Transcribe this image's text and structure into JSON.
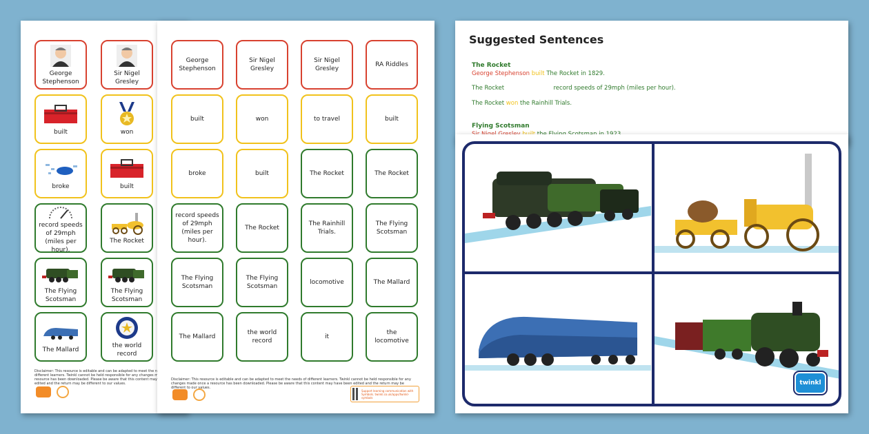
{
  "colors": {
    "background": "#7fb2cf",
    "red": "#d8412f",
    "yellow": "#f1c21b",
    "green": "#2f7a2c",
    "navy": "#1d2a6b"
  },
  "picture_cards": [
    {
      "label": "George Stephenson",
      "color": "red",
      "icon": "portrait-icon"
    },
    {
      "label": "Sir Nigel Gresley",
      "color": "red",
      "icon": "portrait-icon"
    },
    {
      "label": "built",
      "color": "yellow",
      "icon": "toolbox-icon"
    },
    {
      "label": "won",
      "color": "yellow",
      "icon": "medal-icon"
    },
    {
      "label": "broke",
      "color": "yellow",
      "icon": "broken-pieces-icon"
    },
    {
      "label": "built",
      "color": "yellow",
      "icon": "toolbox-icon"
    },
    {
      "label": "record speeds of 29mph (miles per hour).",
      "color": "green",
      "icon": "speedometer-icon"
    },
    {
      "label": "The Rocket",
      "color": "green",
      "icon": "rocket-locomotive-icon"
    },
    {
      "label": "The Flying Scotsman",
      "color": "green",
      "icon": "steam-train-icon"
    },
    {
      "label": "The Flying Scotsman",
      "color": "green",
      "icon": "steam-train-icon"
    },
    {
      "label": "The Mallard",
      "color": "green",
      "icon": "blue-train-icon"
    },
    {
      "label": "the world record",
      "color": "green",
      "icon": "record-badge-icon"
    }
  ],
  "word_cards": [
    {
      "label": "George Stephenson",
      "color": "red"
    },
    {
      "label": "Sir Nigel Gresley",
      "color": "red"
    },
    {
      "label": "Sir Nigel Gresley",
      "color": "red"
    },
    {
      "label": "RA Riddles",
      "color": "red"
    },
    {
      "label": "built",
      "color": "yellow"
    },
    {
      "label": "won",
      "color": "yellow"
    },
    {
      "label": "to travel",
      "color": "yellow"
    },
    {
      "label": "built",
      "color": "yellow"
    },
    {
      "label": "broke",
      "color": "yellow"
    },
    {
      "label": "built",
      "color": "yellow"
    },
    {
      "label": "The Rocket",
      "color": "green"
    },
    {
      "label": "The Rocket",
      "color": "green"
    },
    {
      "label": "record speeds of 29mph (miles per hour).",
      "color": "green"
    },
    {
      "label": "The Rocket",
      "color": "green"
    },
    {
      "label": "The Rainhill Trials.",
      "color": "green"
    },
    {
      "label": "The Flying Scotsman",
      "color": "green"
    },
    {
      "label": "The Flying Scotsman",
      "color": "green"
    },
    {
      "label": "The Flying Scotsman",
      "color": "green"
    },
    {
      "label": "locomotive",
      "color": "green"
    },
    {
      "label": "The Mallard",
      "color": "green"
    },
    {
      "label": "The Mallard",
      "color": "green"
    },
    {
      "label": "the world record",
      "color": "green"
    },
    {
      "label": "it",
      "color": "green"
    },
    {
      "label": "the locomotive",
      "color": "green"
    }
  ],
  "disclaimer": "Disclaimer: This resource is editable and can be adapted to meet the needs of different learners. Twinkl cannot be held responsible for any changes made once a resource has been downloaded. Please be aware that this content may have been edited and the return may be different to our values.",
  "qr_text": "Support learning communication with Symbols. twinkl.co.uk/apps/twinkl-symbols",
  "sentences": {
    "title": "Suggested Sentences",
    "group1_heading": "The Rocket",
    "line1": {
      "a": "George Stephenson",
      "b": "built",
      "c": "The Rocket",
      "d": "in 1829."
    },
    "line2": {
      "a": "The Rocket",
      "c": "record speeds of 29mph (miles per hour)."
    },
    "line3": {
      "a": "The Rocket",
      "b": "won",
      "c": "the Rainhill Trials."
    },
    "group2_heading": "Flying Scotsman",
    "line4": {
      "a": "Sir Nigel Gresley",
      "b": "built",
      "c": "the Flying Scotsman",
      "d": "in 1923."
    }
  },
  "brand_logo": "twinkl"
}
